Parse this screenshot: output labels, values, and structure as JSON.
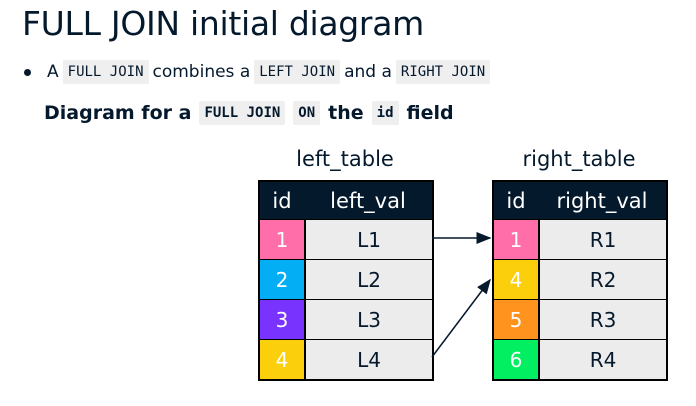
{
  "slide": {
    "title": "FULL JOIN initial diagram",
    "bullet": {
      "t1": "A",
      "c1": "FULL JOIN",
      "t2": "combines a",
      "c2": "LEFT JOIN",
      "t3": "and a",
      "c3": "RIGHT JOIN"
    },
    "subheading": {
      "t1": "Diagram for a",
      "c1": "FULL JOIN",
      "c2": "ON",
      "t2": "the",
      "c3": "id",
      "t3": "field"
    }
  },
  "left_table": {
    "name": "left_table",
    "columns": [
      "id",
      "left_val"
    ],
    "rows": [
      {
        "id": "1",
        "val": "L1",
        "color": "#ff6ea9"
      },
      {
        "id": "2",
        "val": "L2",
        "color": "#03aef4"
      },
      {
        "id": "3",
        "val": "L3",
        "color": "#7933ff"
      },
      {
        "id": "4",
        "val": "L4",
        "color": "#fbcf0c"
      }
    ]
  },
  "right_table": {
    "name": "right_table",
    "columns": [
      "id",
      "right_val"
    ],
    "rows": [
      {
        "id": "1",
        "val": "R1",
        "color": "#ff6ea9"
      },
      {
        "id": "4",
        "val": "R2",
        "color": "#fbcf0c"
      },
      {
        "id": "5",
        "val": "R3",
        "color": "#ff931e"
      },
      {
        "id": "6",
        "val": "R4",
        "color": "#03ef62"
      }
    ]
  },
  "colors": {
    "header_bg": "#05192d",
    "value_bg": "#ececec",
    "code_bg": "#efefef"
  }
}
